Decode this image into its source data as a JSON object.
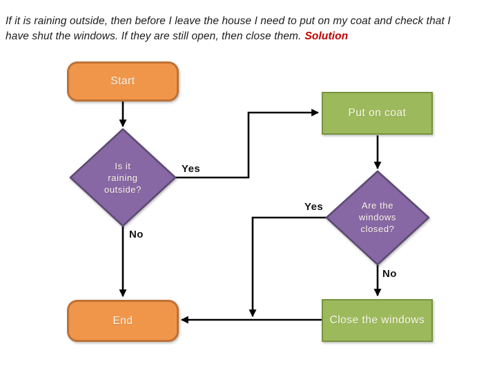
{
  "header": {
    "line1": "If it is raining outside, then before I leave the house I need to put on my coat and check that I",
    "line2": "have shut the windows. If they are still open, then close them.",
    "solution_label": "Solution"
  },
  "flowchart": {
    "nodes": {
      "start": {
        "label": "Start"
      },
      "put_on_coat": {
        "label": "Put on coat"
      },
      "is_it_raining": {
        "lines": [
          "Is it",
          "raining",
          "outside?"
        ]
      },
      "are_windows_closed": {
        "lines": [
          "Are the",
          "windows",
          "closed?"
        ]
      },
      "close_windows": {
        "label": "Close the windows"
      },
      "end": {
        "label": "End"
      }
    },
    "edge_labels": {
      "raining_yes": "Yes",
      "raining_no": "No",
      "windows_yes": "Yes",
      "windows_no": "No"
    },
    "colors": {
      "terminator_fill": "#F0964B",
      "terminator_border": "#BE7134",
      "process_fill": "#9CBA5C",
      "process_border": "#76923E",
      "decision_fill": "#8768A4",
      "decision_border": "#5D4B73",
      "arrow": "#000000",
      "solution_color": "#C00000"
    }
  }
}
